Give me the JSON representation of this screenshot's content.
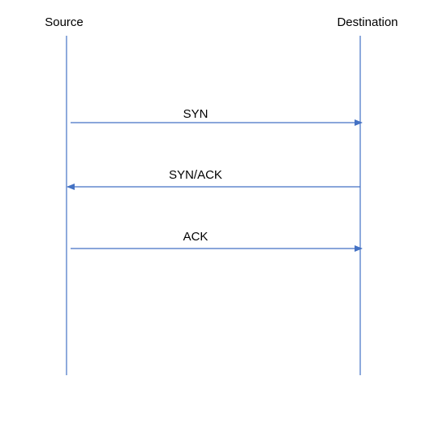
{
  "participants": {
    "source": "Source",
    "destination": "Destination"
  },
  "messages": [
    {
      "label": "SYN",
      "from": "source",
      "to": "destination"
    },
    {
      "label": "SYN/ACK",
      "from": "destination",
      "to": "source"
    },
    {
      "label": "ACK",
      "from": "source",
      "to": "destination"
    }
  ],
  "colors": {
    "line": "#4472C4",
    "text": "#000000"
  }
}
